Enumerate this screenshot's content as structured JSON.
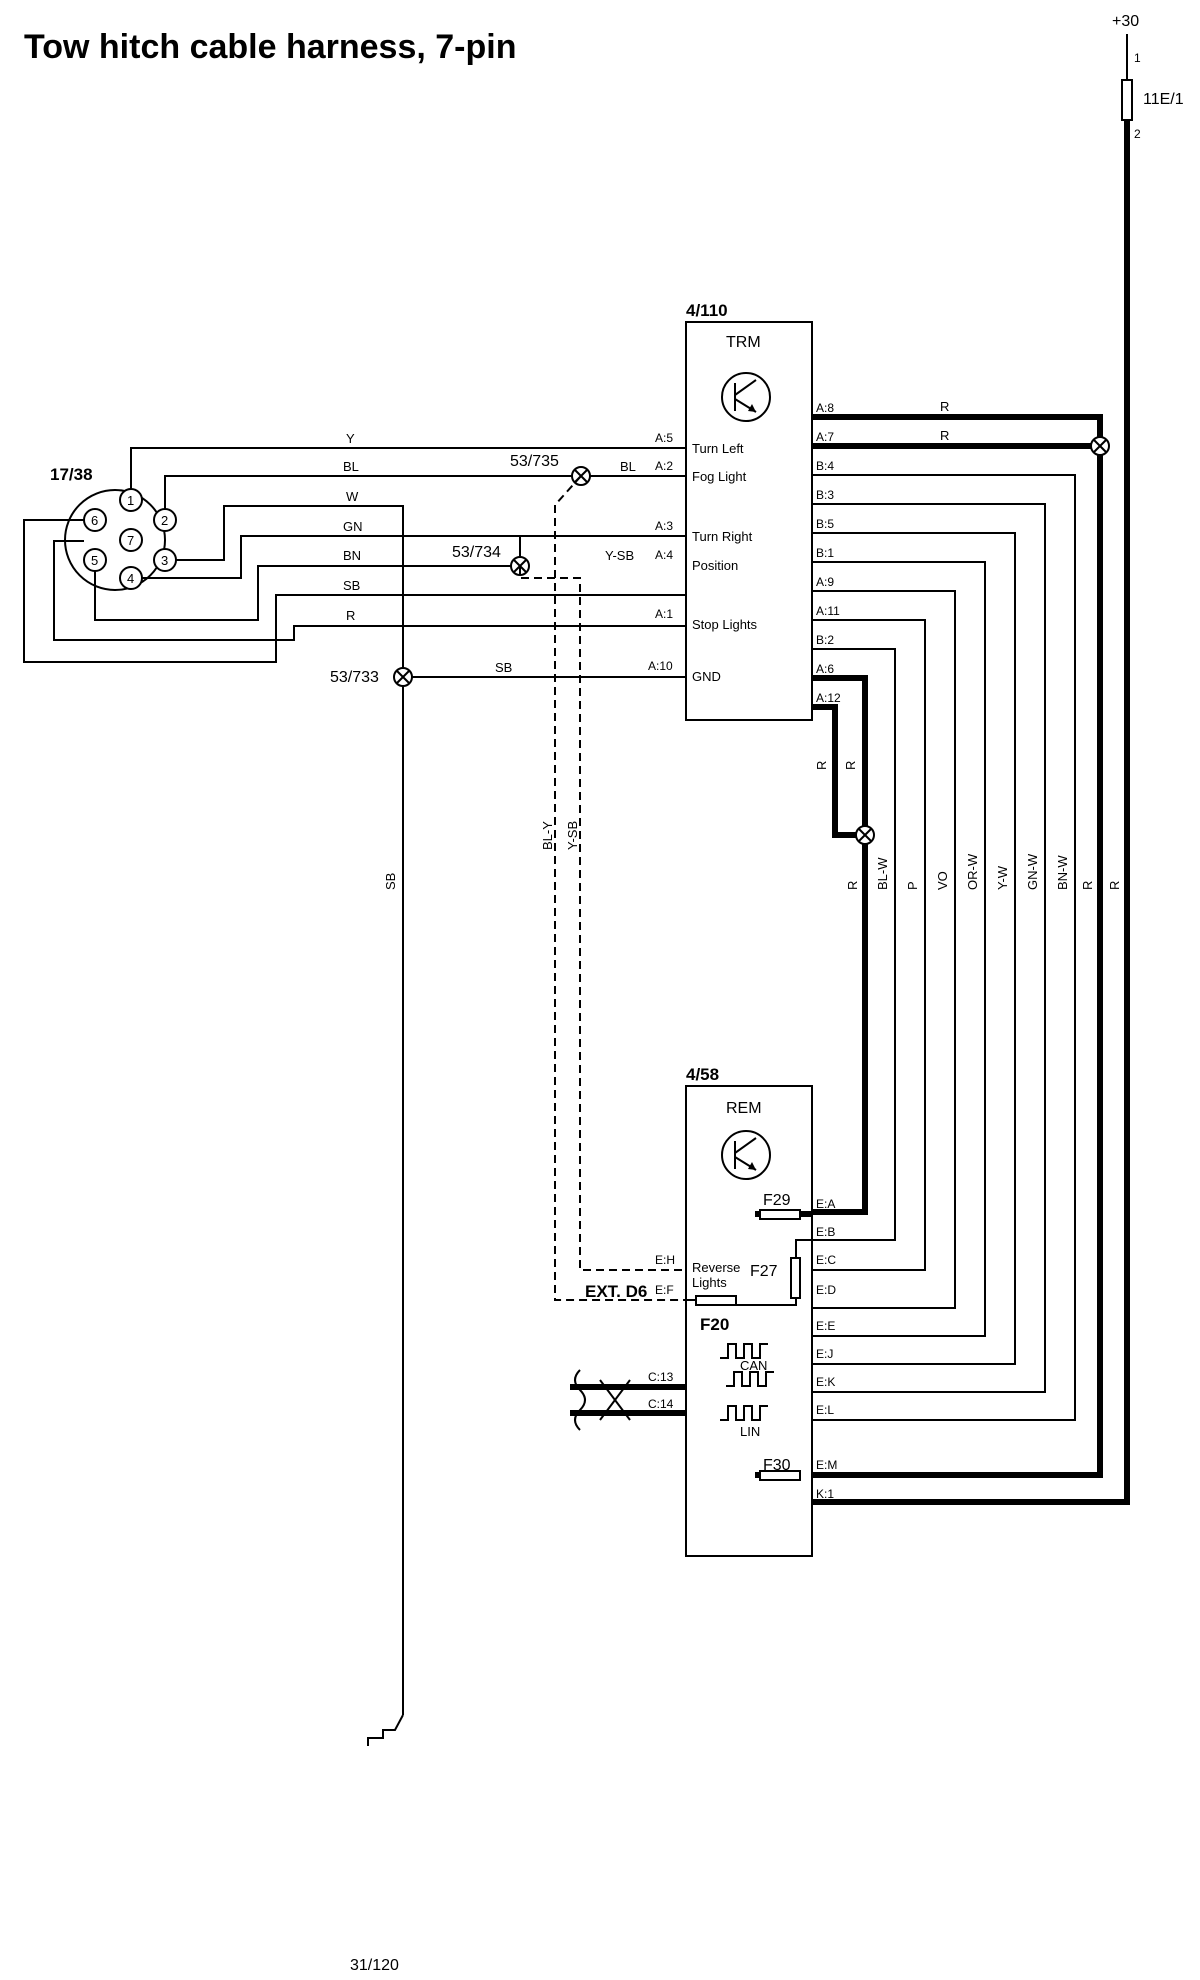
{
  "title": "Tow hitch cable harness, 7-pin",
  "power": {
    "label": "+30",
    "fuse": "11E/1",
    "pin_in": "1",
    "pin_out": "2"
  },
  "connector": {
    "ref": "17/38",
    "pins": [
      "1",
      "2",
      "3",
      "4",
      "5",
      "6",
      "7"
    ]
  },
  "splices": {
    "s735": "53/735",
    "s734": "53/734",
    "s733": "53/733"
  },
  "ground": {
    "ref": "31/120"
  },
  "trm": {
    "ref": "4/110",
    "name": "TRM",
    "left_pins": [
      {
        "pin": "A:5",
        "label": "Turn Left"
      },
      {
        "pin": "A:2",
        "label": "Fog Light"
      },
      {
        "pin": "A:3",
        "label": "Turn Right"
      },
      {
        "pin": "A:4",
        "label": "Position"
      },
      {
        "pin": "A:1",
        "label": "Stop Lights"
      },
      {
        "pin": "A:10",
        "label": "GND"
      }
    ],
    "right_pins": [
      "A:8",
      "A:7",
      "B:4",
      "B:3",
      "B:5",
      "B:1",
      "A:9",
      "A:11",
      "B:2",
      "A:6",
      "A:12"
    ]
  },
  "rem": {
    "ref": "4/58",
    "name": "REM",
    "left_pins": [
      "E:H",
      "E:F",
      "C:13",
      "C:14"
    ],
    "right_pins": [
      "E:A",
      "E:B",
      "E:C",
      "E:D",
      "E:E",
      "E:J",
      "E:K",
      "E:L",
      "E:M",
      "K:1"
    ],
    "reverse_lights": [
      "Reverse",
      "Lights"
    ],
    "ext_label": "EXT. D6",
    "fuses": {
      "f29": "F29",
      "f27": "F27",
      "f20": "F20",
      "f30": "F30"
    },
    "bus": {
      "can": "CAN",
      "lin": "LIN"
    }
  },
  "wire_colors": {
    "connector_side": [
      "Y",
      "BL",
      "W",
      "GN",
      "BN",
      "SB",
      "R"
    ],
    "bl_trm": "BL",
    "ysb_trm": "Y-SB",
    "sb_gnd": "SB",
    "trm_a8": "R",
    "trm_a7": "R",
    "r_a6": "R",
    "r_a12": "R",
    "ground_vertical": "SB",
    "dashed_bly": "BL-Y",
    "dashed_ysb": "Y-SB",
    "verticals": [
      "R",
      "BL-W",
      "P",
      "VO",
      "OR-W",
      "Y-W",
      "GN-W",
      "BN-W",
      "R",
      "R"
    ]
  }
}
